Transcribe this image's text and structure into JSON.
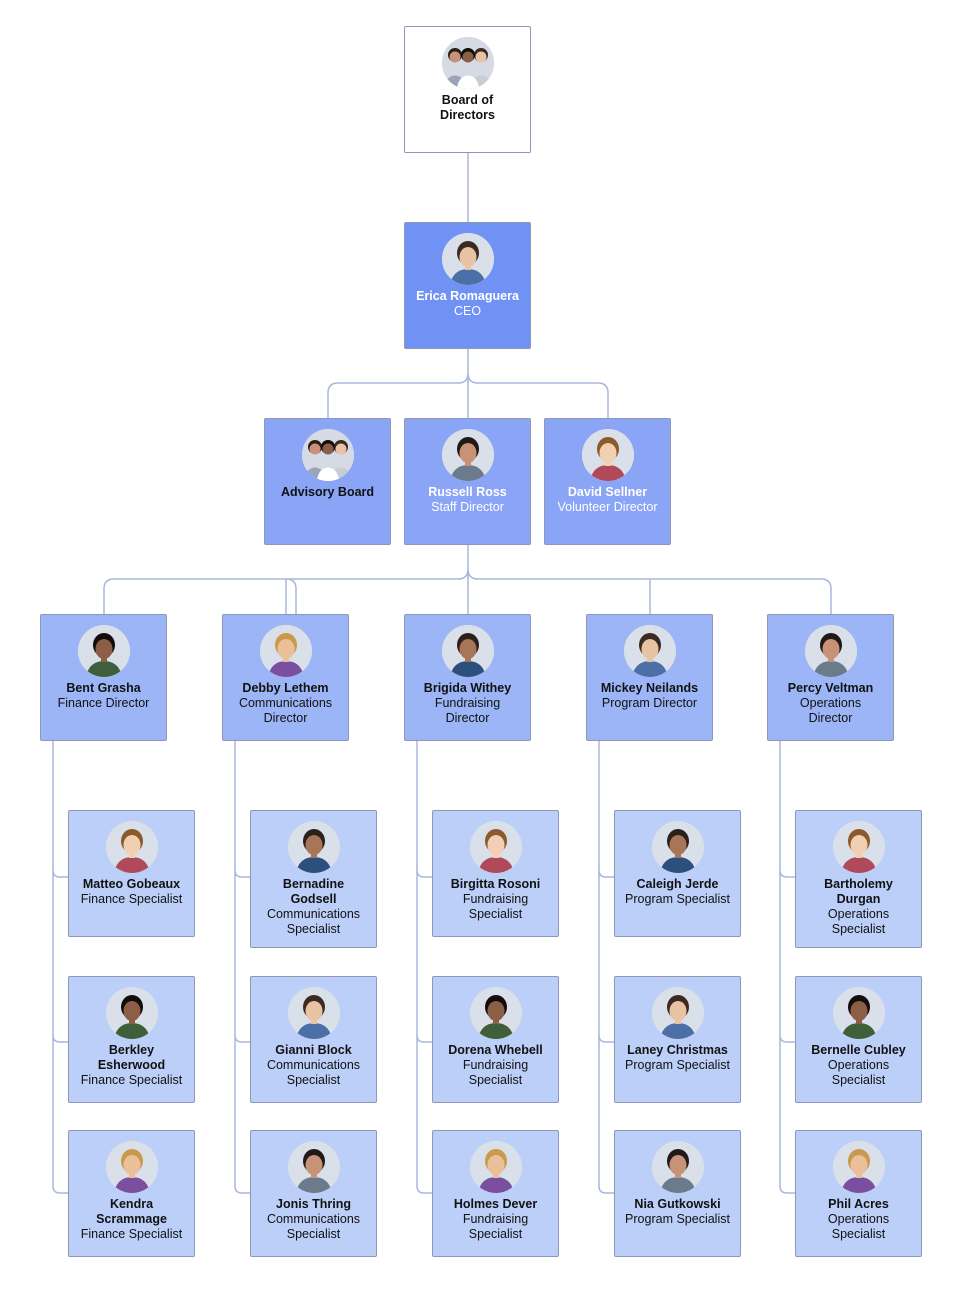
{
  "colors": {
    "connector": "#aab6dc",
    "level0": "#ffffff",
    "level1": "#6f92f4",
    "level2": "#8aa4f6",
    "level3": "#9cb5f6",
    "level4": "#bccff8"
  },
  "nodes": {
    "board": {
      "name": "Board of Directors",
      "role": "",
      "avatar": "group-photo"
    },
    "ceo": {
      "name": "Erica Romaguera",
      "role": "CEO",
      "avatar": "person-photo"
    },
    "advisory": {
      "name": "Advisory Board",
      "role": "",
      "avatar": "group-photo"
    },
    "staff_director": {
      "name": "Russell Ross",
      "role": "Staff Director",
      "avatar": "person-photo"
    },
    "volunteer_director": {
      "name": "David Sellner",
      "role": "Volunteer Director",
      "avatar": "person-photo"
    },
    "finance_director": {
      "name": "Bent Grasha",
      "role": "Finance Director",
      "avatar": "person-photo"
    },
    "communications_director": {
      "name": "Debby Lethem",
      "role": "Communications Director",
      "avatar": "person-photo"
    },
    "fundraising_director": {
      "name": "Brigida Withey",
      "role": "Fundraising Director",
      "avatar": "person-photo"
    },
    "program_director": {
      "name": "Mickey Neilands",
      "role": "Program Director",
      "avatar": "person-photo"
    },
    "operations_director": {
      "name": "Percy Veltman",
      "role": "Operations Director",
      "avatar": "person-photo"
    },
    "fin_1": {
      "name": "Matteo Gobeaux",
      "role": "Finance Specialist",
      "avatar": "person-photo"
    },
    "fin_2": {
      "name": "Berkley Esherwood",
      "role": "Finance Specialist",
      "avatar": "person-photo"
    },
    "fin_3": {
      "name": "Kendra Scrammage",
      "role": "Finance Specialist",
      "avatar": "person-photo"
    },
    "com_1": {
      "name": "Bernadine Godsell",
      "role": "Communications Specialist",
      "avatar": "person-photo"
    },
    "com_2": {
      "name": "Gianni Block",
      "role": "Communications Specialist",
      "avatar": "person-photo"
    },
    "com_3": {
      "name": "Jonis Thring",
      "role": "Communications Specialist",
      "avatar": "person-photo"
    },
    "fund_1": {
      "name": "Birgitta Rosoni",
      "role": "Fundraising Specialist",
      "avatar": "person-photo"
    },
    "fund_2": {
      "name": "Dorena Whebell",
      "role": "Fundraising Specialist",
      "avatar": "person-photo"
    },
    "fund_3": {
      "name": "Holmes Dever",
      "role": "Fundraising Specialist",
      "avatar": "person-photo"
    },
    "prog_1": {
      "name": "Caleigh Jerde",
      "role": "Program Specialist",
      "avatar": "person-photo"
    },
    "prog_2": {
      "name": "Laney Christmas",
      "role": "Program Specialist",
      "avatar": "person-photo"
    },
    "prog_3": {
      "name": "Nia Gutkowski",
      "role": "Program Specialist",
      "avatar": "person-photo"
    },
    "ops_1": {
      "name": "Bartholemy Durgan",
      "role": "Operations Specialist",
      "avatar": "person-photo"
    },
    "ops_2": {
      "name": "Bernelle Cubley",
      "role": "Operations Specialist",
      "avatar": "person-photo"
    },
    "ops_3": {
      "name": "Phil Acres",
      "role": "Operations Specialist",
      "avatar": "person-photo"
    }
  }
}
